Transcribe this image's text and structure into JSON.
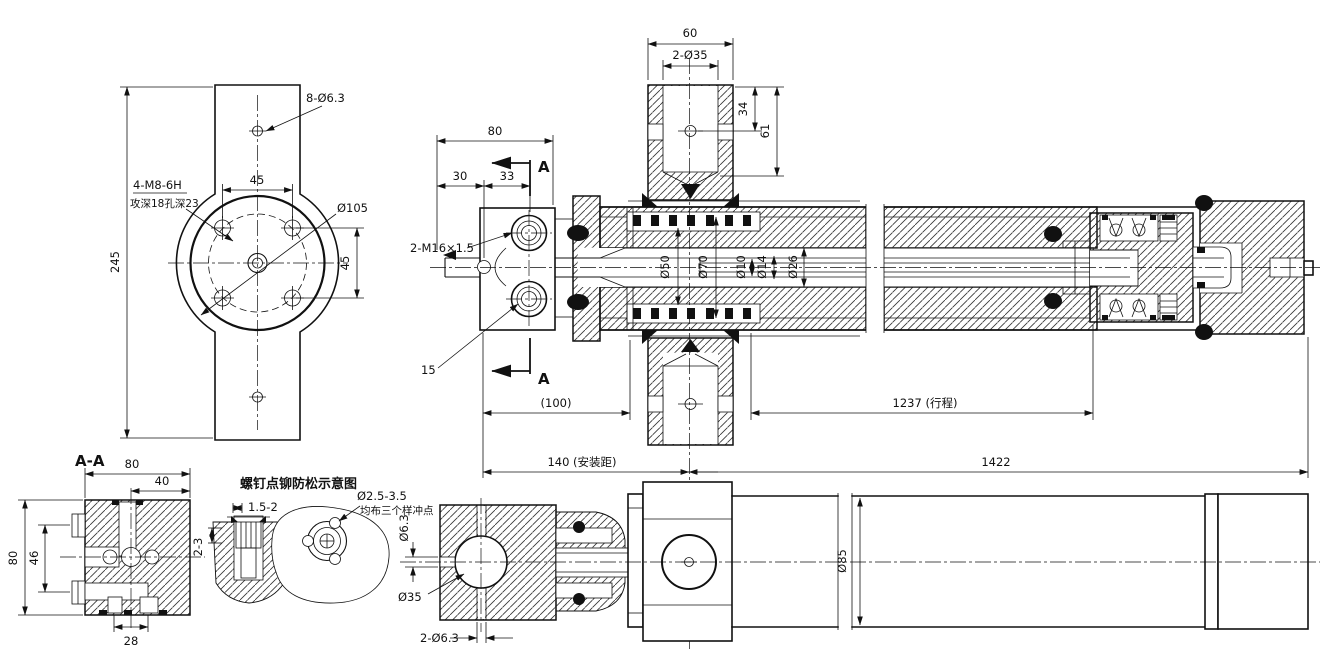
{
  "views": {
    "flange": {
      "dim_overall_height": "245",
      "dim_hole_spacing_h": "45",
      "dim_hole_spacing_v": "45",
      "label_bolt_circle": "Ø105",
      "label_holes": "8-Ø6.3",
      "label_thread": "4-M8-6H",
      "label_thread_note": "攻深18孔深23"
    },
    "section_aa": {
      "title": "A-A",
      "dim_width": "80",
      "dim_port_offset": "40",
      "dim_port_spacing": "46",
      "dim_height": "80",
      "dim_bottom": "28"
    },
    "staking": {
      "title": "螺钉点铆防松示意图",
      "dim_depth": "1.5-2",
      "dim_side": "2-3",
      "label_punch_dia": "Ø2.5-3.5",
      "label_punch_note": "均布三个样冲点"
    },
    "main": {
      "dim_top_width": "60",
      "label_top_ports": "2-Ø35",
      "dim_34": "34",
      "dim_61": "61",
      "dim_80": "80",
      "dim_30": "30",
      "dim_33": "33",
      "section_letter": "A",
      "label_rod_ports": "2-M16×1.5",
      "dim_15": "15",
      "dia_rod": "Ø50",
      "dia_bore": "Ø70",
      "dia_10": "Ø10",
      "dia_14": "Ø14",
      "dia_26": "Ø26",
      "dim_100": "(100)",
      "dim_stroke": "1237 (行程)",
      "dim_mount": "140 (安装距)",
      "dim_overall": "1422"
    },
    "bottom": {
      "dia_hole": "Ø6.3",
      "dia_clevis": "Ø35",
      "label_holes": "2-Ø6.3",
      "dia_barrel": "Ø85"
    }
  }
}
